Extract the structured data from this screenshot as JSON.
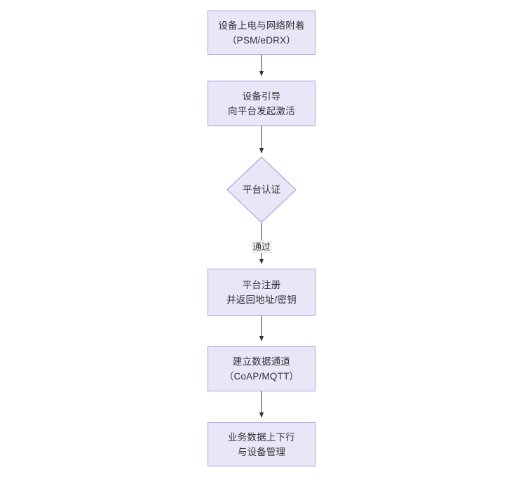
{
  "diagram": {
    "type": "flowchart",
    "direction": "top-to-bottom",
    "theme": {
      "node_fill": "#e9e6f8",
      "node_border": "#b39ddb",
      "text_color": "#333333",
      "edge_color": "#4a4a4a",
      "arrowhead_color": "#333333",
      "background": "#ffffff",
      "edge_label_background": "#f0f0f0"
    },
    "nodes": [
      {
        "id": "n1",
        "shape": "rectangle",
        "lines": [
          "设备上电与网络附着",
          "（PSM/eDRX）"
        ]
      },
      {
        "id": "n2",
        "shape": "rectangle",
        "lines": [
          "设备引导",
          "向平台发起激活"
        ]
      },
      {
        "id": "n3",
        "shape": "diamond",
        "lines": [
          "平台认证"
        ]
      },
      {
        "id": "n4",
        "shape": "rectangle",
        "lines": [
          "平台注册",
          "并返回地址/密钥"
        ]
      },
      {
        "id": "n5",
        "shape": "rectangle",
        "lines": [
          "建立数据通道",
          "（CoAP/MQTT）"
        ]
      },
      {
        "id": "n6",
        "shape": "rectangle",
        "lines": [
          "业务数据上下行",
          "与设备管理"
        ]
      }
    ],
    "edges": [
      {
        "id": "e1",
        "from": "n1",
        "to": "n2",
        "label": ""
      },
      {
        "id": "e2",
        "from": "n2",
        "to": "n3",
        "label": ""
      },
      {
        "id": "e3",
        "from": "n3",
        "to": "n4",
        "label": "通过"
      },
      {
        "id": "e4",
        "from": "n4",
        "to": "n5",
        "label": ""
      },
      {
        "id": "e5",
        "from": "n5",
        "to": "n6",
        "label": ""
      }
    ]
  }
}
